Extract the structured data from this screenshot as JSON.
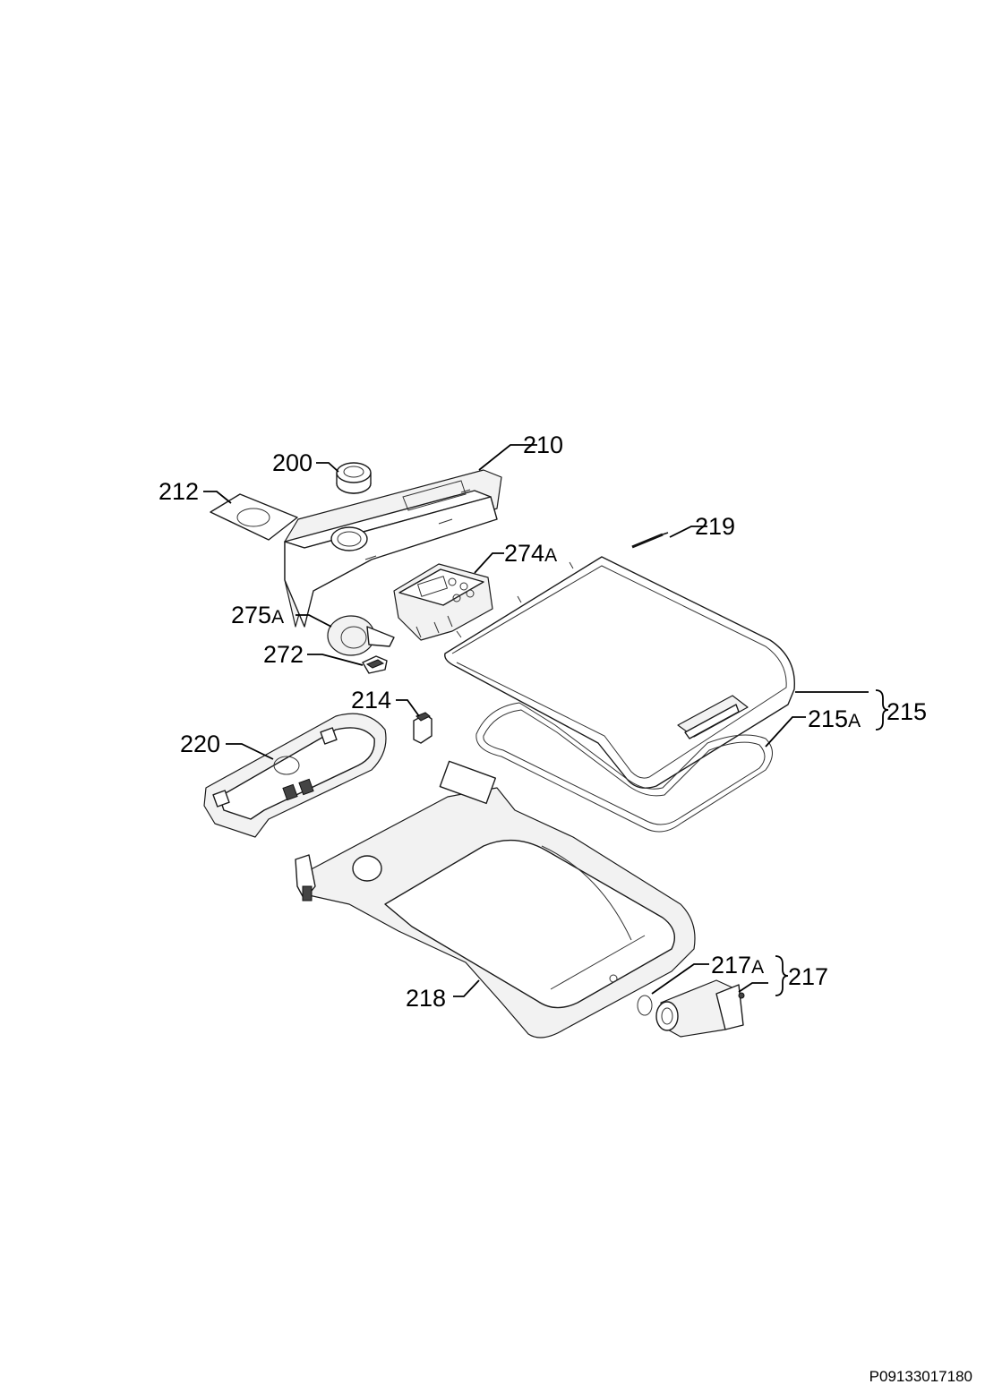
{
  "labels": {
    "p200": "200",
    "p210": "210",
    "p212": "212",
    "p219": "219",
    "p274": "274",
    "p274s": "A",
    "p275": "275",
    "p275s": "A",
    "p272": "272",
    "p214": "214",
    "p215": "215",
    "p215a": "215",
    "p215as": "A",
    "p220": "220",
    "p218": "218",
    "p217": "217",
    "p217a": "217",
    "p217as": "A"
  },
  "document_code": "P09133017180"
}
